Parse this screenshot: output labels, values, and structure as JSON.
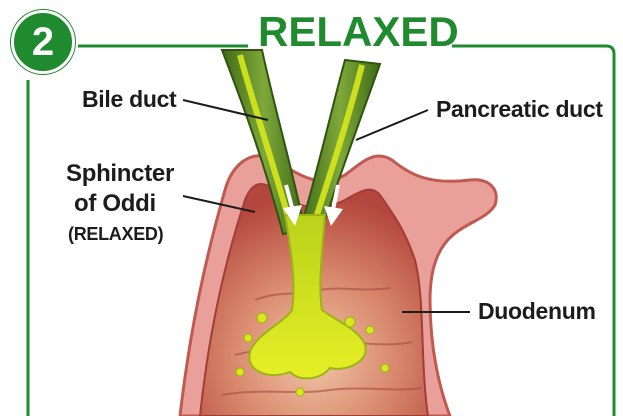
{
  "step": {
    "number": "2"
  },
  "title": "RELAXED",
  "labels": {
    "bile_duct": "Bile duct",
    "pancreatic_duct": "Pancreatic duct",
    "sphincter_line1": "Sphincter",
    "sphincter_line2": "of Oddi",
    "sphincter_line3": "(RELAXED)",
    "duodenum": "Duodenum"
  },
  "colors": {
    "frame": "#1f8a2e",
    "tissue": "#e9a09a",
    "tissue_dark": "#b8443c",
    "duct": "#4f7d1f",
    "bile": "#d7e81c",
    "arrow": "#ffffff"
  },
  "icons": [
    "down-arrow-icon"
  ]
}
